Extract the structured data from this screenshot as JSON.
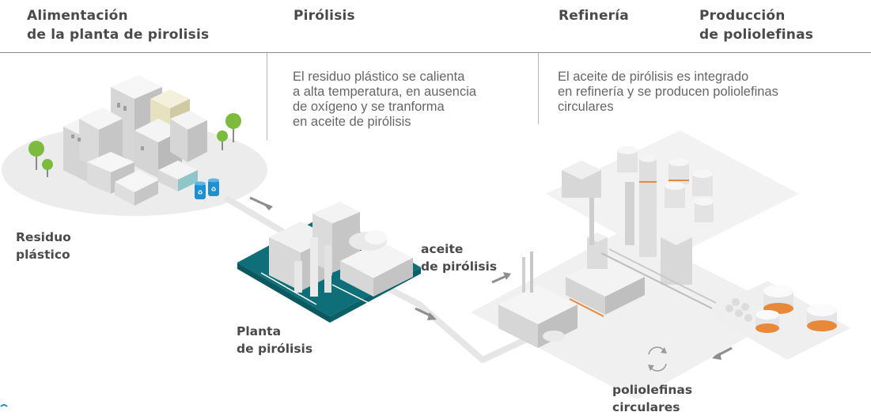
{
  "headers": {
    "feed": [
      "Alimentación",
      "de la planta de pirolisis"
    ],
    "pyrolysis": "Pirólisis",
    "refinery": "Refinería",
    "production": [
      "Producción",
      "de poliolefinas"
    ]
  },
  "descriptions": {
    "pyrolysis": [
      "El residuo plástico se calienta",
      "a alta temperatura, en ausencia",
      "de oxígeno y se tranforma",
      "en aceite de pirólisis"
    ],
    "refinery": [
      "El aceite de pirólisis es integrado",
      "en refinería y se producen poliolefinas",
      "circulares"
    ]
  },
  "labels": {
    "plastic_waste": [
      "Residuo",
      "plástico"
    ],
    "pyrolysis_oil": [
      "aceite",
      "de pirólisis"
    ],
    "pyrolysis_plant": [
      "Planta",
      "de pirólisis"
    ],
    "circular_polyolefins": [
      "poliolefinas",
      "circulares"
    ]
  },
  "colors": {
    "plant_base": "#0f6f78",
    "recycle_bin": "#1e8fd0",
    "tree": "#7dbb3f",
    "tank_accent": "#e8893a",
    "city_ground": "#ebebeb",
    "refinery_ground": "#f0f0f0"
  }
}
